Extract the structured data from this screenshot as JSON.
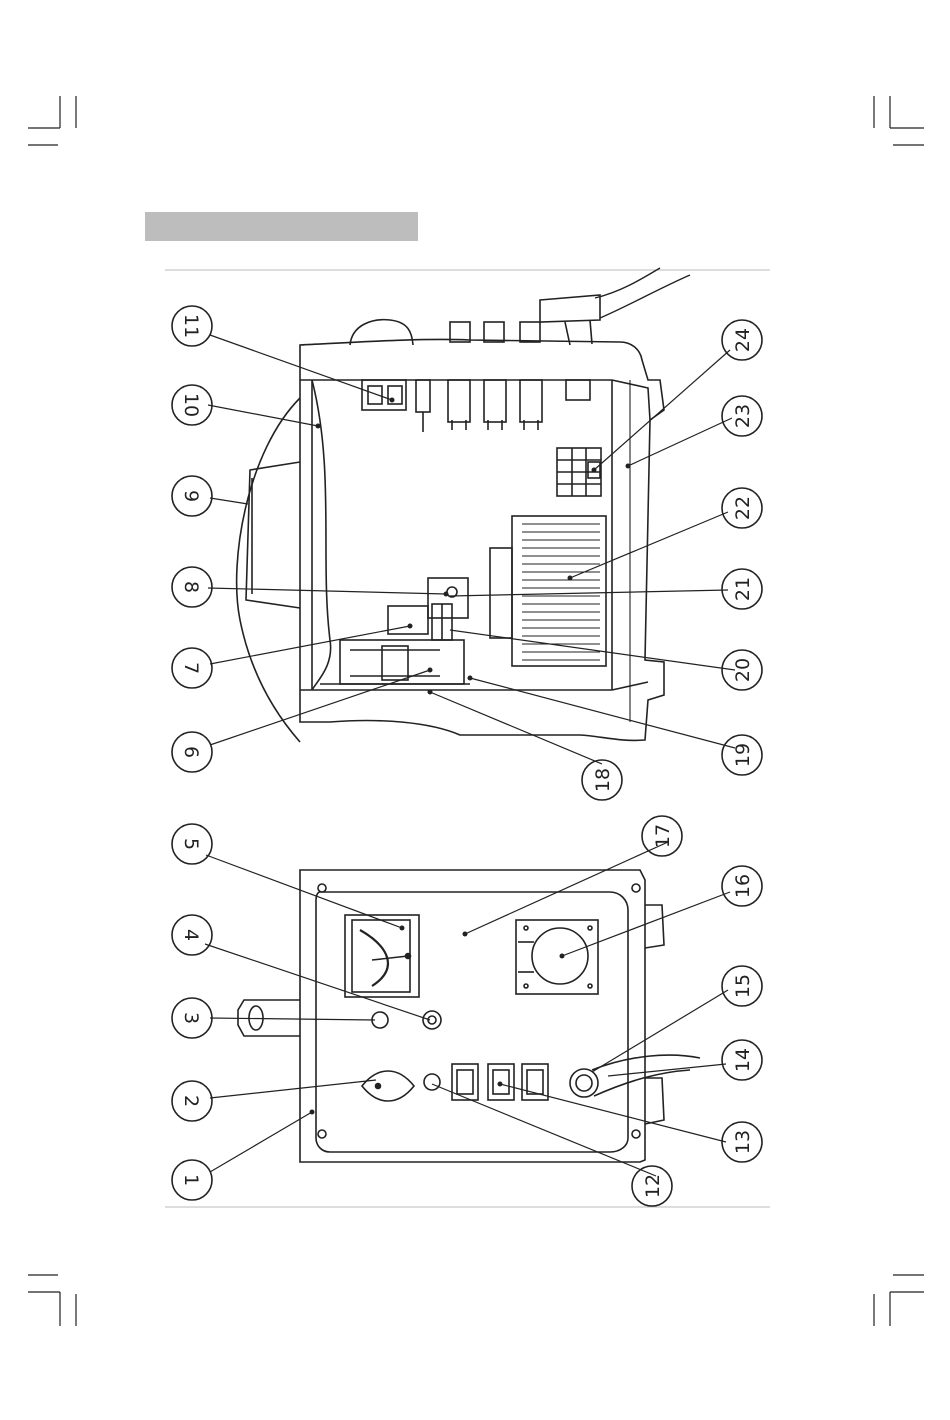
{
  "page": {
    "background": "#ffffff",
    "accent": "#bdbdbd"
  },
  "diagram": {
    "callouts": {
      "c1": "1",
      "c2": "2",
      "c3": "3",
      "c4": "4",
      "c5": "5",
      "c6": "6",
      "c7": "7",
      "c8": "8",
      "c9": "9",
      "c10": "10",
      "c11": "11",
      "c12": "12",
      "c13": "13",
      "c14": "14",
      "c15": "15",
      "c16": "16",
      "c17": "17",
      "c18": "18",
      "c19": "19",
      "c20": "20",
      "c21": "21",
      "c22": "22",
      "c23": "23",
      "c24": "24"
    }
  }
}
